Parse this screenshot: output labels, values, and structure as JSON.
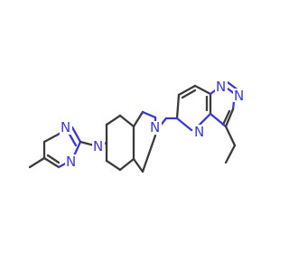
{
  "molecule": {
    "atoms": [
      {
        "symbol": "N"
      },
      {
        "symbol": "N"
      },
      {
        "symbol": "N"
      },
      {
        "symbol": "N"
      },
      {
        "symbol": "N"
      },
      {
        "symbol": "N"
      },
      {
        "symbol": "N"
      }
    ]
  }
}
